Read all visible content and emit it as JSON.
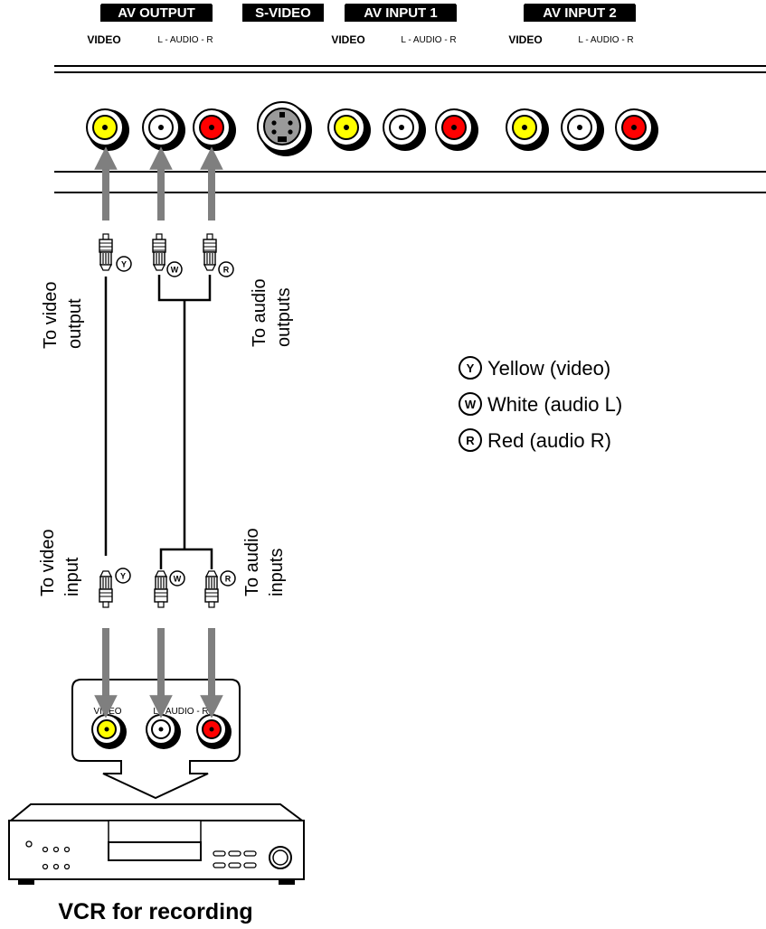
{
  "panel": {
    "av_output": {
      "title": "AV OUTPUT",
      "video": "VIDEO",
      "audio": "L - AUDIO - R"
    },
    "s_video": {
      "title": "S-VIDEO"
    },
    "av_input_1": {
      "title": "AV INPUT 1",
      "video": "VIDEO",
      "audio": "L - AUDIO - R"
    },
    "av_input_2": {
      "title": "AV INPUT 2",
      "video": "VIDEO",
      "audio": "L - AUDIO - R"
    }
  },
  "cable_labels": {
    "top_video_1": "To video",
    "top_video_2": "output",
    "top_audio_1": "To audio",
    "top_audio_2": "outputs",
    "bottom_video_1": "To video",
    "bottom_video_2": "input",
    "bottom_audio_1": "To audio",
    "bottom_audio_2": "inputs"
  },
  "plug_letters": {
    "yellow": "Y",
    "white": "W",
    "red": "R"
  },
  "legend": [
    {
      "letter": "Y",
      "text": "Yellow (video)"
    },
    {
      "letter": "W",
      "text": "White (audio L)"
    },
    {
      "letter": "R",
      "text": "Red (audio R)"
    }
  ],
  "vcr_panel": {
    "video": "VIDEO",
    "audio": "L - AUDIO - R"
  },
  "vcr_caption": "VCR for recording",
  "colors": {
    "yellow": "#ffff00",
    "white": "#ffffff",
    "red": "#ff0000",
    "arrow": "#7f7f7f",
    "sjack": "#9a9a9a"
  },
  "icons": [
    "rca-jack-icon",
    "s-video-jack-icon",
    "rca-plug-icon",
    "arrow-up-icon",
    "arrow-down-icon",
    "vcr-icon"
  ]
}
